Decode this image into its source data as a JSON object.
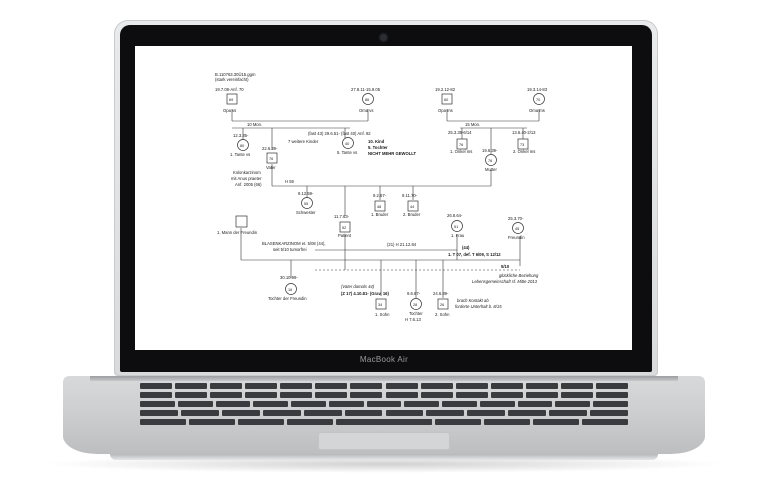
{
  "device": {
    "brand_text": "MacBook Air"
  },
  "genogram": {
    "header_note": [
      "B.110763.30Ü15.ggm",
      "(stark vereinfacht)"
    ],
    "grandfather_v": {
      "date": "19.7.08-Anf. 70",
      "age": "69",
      "label": "Opa vs"
    },
    "grandmother_v": {
      "date": "27.8.11-15.9.05",
      "age": "86",
      "label": "Oma vs"
    },
    "grandfather_m": {
      "date": "19.2.12-82",
      "age": "60",
      "label": "Opa ms"
    },
    "grandmother_m": {
      "date": "19.3.14-83",
      "age": "70",
      "label": "Oma ms"
    },
    "months_v": "10 Mon.",
    "months_m": "15 Mon.",
    "aunt1": {
      "date": "12.3.35-",
      "age": "80",
      "label": "1. Tante vs"
    },
    "father": {
      "date": "22.6.39-",
      "age": "76",
      "label": "Vater"
    },
    "other_children": "7 weitere Kinder",
    "aunt5_note": "(fast 43) 29.6.51- (fast 40) Anf. 92",
    "aunt5": {
      "age": "40",
      "label": "5. Tante vs"
    },
    "tenth_child": [
      "10. Kind",
      "5. Tochter",
      "NICHT MEHR GEWOLLT"
    ],
    "uncle1": {
      "date": "25.3.38-6/14",
      "age": "76",
      "label": "1. Onkel ms"
    },
    "uncle2": {
      "date": "13.6.40-2/13",
      "age": "73",
      "label": "2. Onkel ms"
    },
    "mother": {
      "date": "19.6.39-",
      "age": "76",
      "label": "Mutter"
    },
    "father_illness": [
      "Kolonkarzinom",
      "mit Anus praeter",
      "Anf. 2005 (66)"
    ],
    "marriage_year": "H 59",
    "sister": {
      "date": "9.12.59-",
      "age": "55",
      "label": "Schwester"
    },
    "patient": {
      "date": "11.7.63-",
      "age": "52",
      "label": "Patient"
    },
    "brother1": {
      "date": "9.2.67-",
      "age": "48",
      "label": "1. Bruder"
    },
    "brother2": {
      "date": "9.11.70-",
      "age": "44",
      "label": "2. Bruder"
    },
    "partner_husband": {
      "label": "1. Mann der Freundin"
    },
    "wife": {
      "date": "26.8.64-",
      "age": "51",
      "label": "1. Frau"
    },
    "girlfriend": {
      "date": "25.3.70-",
      "age": "45",
      "label": "Freundin"
    },
    "patient_illness": [
      "BLASENKARZINOM et. 5/08 (44),",
      "seit 5/10 tumorfrei"
    ],
    "marriage_patient": "(21) H 21.12.84",
    "divorce_info": [
      "(44)",
      "1. T 07, def. T 6/09, S 12/12"
    ],
    "separation_year": "5/10",
    "new_relationship": [
      "glückliche Beziehung",
      "Lebensgemeinschaft sf. Mitte 2013"
    ],
    "girlfriend_daughter": {
      "date": "30.10.99-",
      "age": "16",
      "label": "Tochter der Freundin"
    },
    "father_then": "(Vater damals 44)",
    "pregnancy": "(Z 17) 4.10.81- (Grav. 16)",
    "son1": {
      "age": "34",
      "label": "1. Sohn"
    },
    "daughter": {
      "date": "9.6.87-",
      "age": "28",
      "label": "Tochter",
      "extra": "H 7.6.13"
    },
    "son2": {
      "date": "24.6.89-",
      "age": "26",
      "label": "2. Sohn"
    },
    "contact_note": [
      "brach Kontakt ab",
      "forderte Unterhalt b. 8/15"
    ]
  }
}
